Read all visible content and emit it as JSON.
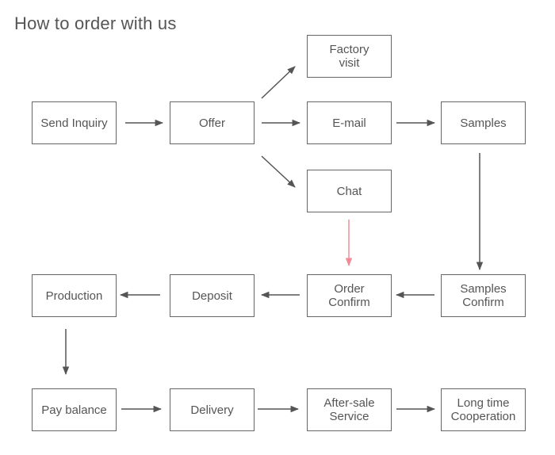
{
  "title": "How to order with us",
  "colors": {
    "box_border": "#666666",
    "text": "#555555",
    "arrow": "#555555",
    "highlight_arrow": "#f08b95"
  },
  "steps": {
    "send_inquiry": [
      "Send Inquiry"
    ],
    "offer": [
      "Offer"
    ],
    "factory_visit": [
      "Factory",
      "visit"
    ],
    "email": [
      "E-mail"
    ],
    "chat": [
      "Chat"
    ],
    "samples": [
      "Samples"
    ],
    "samples_confirm": [
      "Samples",
      "Confirm"
    ],
    "order_confirm": [
      "Order",
      "Confirm"
    ],
    "deposit": [
      "Deposit"
    ],
    "production": [
      "Production"
    ],
    "pay_balance": [
      "Pay balance"
    ],
    "delivery": [
      "Delivery"
    ],
    "after_sale": [
      "After-sale",
      "Service"
    ],
    "long_time": [
      "Long time",
      "Cooperation"
    ]
  }
}
